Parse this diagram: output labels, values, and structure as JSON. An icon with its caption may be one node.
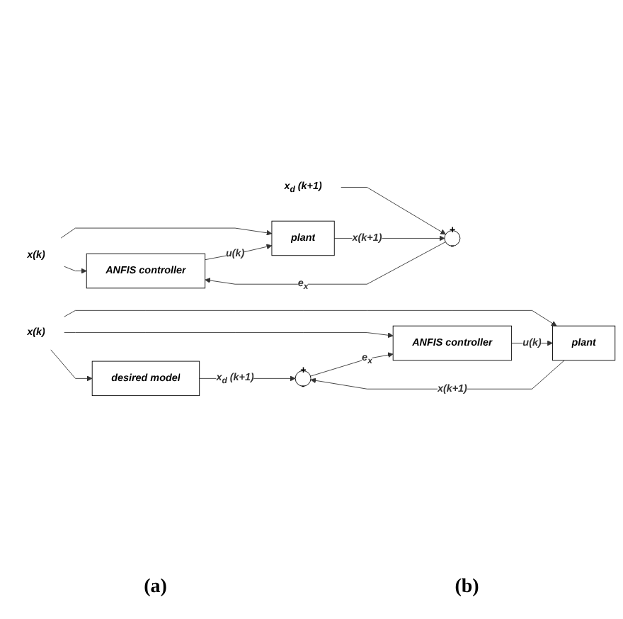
{
  "diagram": {
    "nodes": [
      {
        "text": [
          "x(k)"
        ]
      },
      {
        "text": [
          "ANFIS controller"
        ]
      },
      {
        "text": [
          "plant"
        ]
      },
      {
        "text": [
          "x$_{d}$ (k+1)"
        ]
      },
      {
        "text": [
          "+",
          "-"
        ]
      },
      {
        "text": [
          "x(k)"
        ]
      },
      {
        "text": [
          "desired model"
        ]
      },
      {
        "text": [
          "ANFIS controller"
        ]
      },
      {
        "text": [
          "plant"
        ]
      },
      {
        "text": [
          "+",
          "-"
        ]
      }
    ],
    "edges": [
      {
        "from": 0,
        "to": 1,
        "arrow": "to"
      },
      {
        "from": 0,
        "to": 2,
        "arrow": "to"
      },
      {
        "from": 1,
        "to": 2,
        "arrow": "to",
        "label": "u(k)"
      },
      {
        "from": 3,
        "to": 4,
        "arrow": "to"
      },
      {
        "from": 2,
        "to": 4,
        "arrow": "to",
        "label": "x(k+1)"
      },
      {
        "from": 4,
        "to": 1,
        "arrow": "to",
        "label": "e$_{x}$"
      },
      {
        "from": 5,
        "to": 6,
        "arrow": "to"
      },
      {
        "from": 5,
        "to": 7,
        "arrow": "to"
      },
      {
        "from": 5,
        "to": 8,
        "arrow": "to"
      },
      {
        "from": 6,
        "to": 9,
        "arrow": "to",
        "label": "x$_{d}$ (k+1)"
      },
      {
        "from": 7,
        "to": 8,
        "arrow": "to",
        "label": "u(k)"
      },
      {
        "from": 8,
        "to": 9,
        "arrow": "to",
        "label": "x(k+1)"
      },
      {
        "from": 9,
        "to": 7,
        "arrow": "to",
        "label": "e$_{x}$"
      }
    ],
    "labels": [
      "(a)",
      "(b)"
    ]
  }
}
